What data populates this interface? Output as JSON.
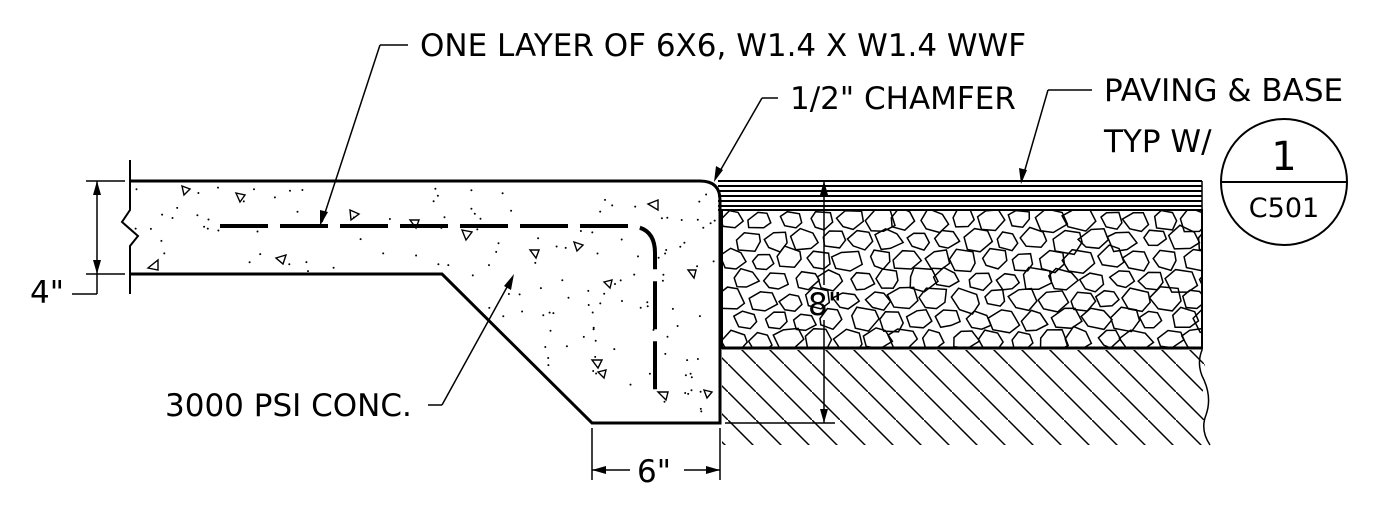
{
  "labels": {
    "wwf": "ONE LAYER OF 6X6, W1.4 X W1.4 WWF",
    "chamfer": "1/2\" CHAMFER",
    "paving_line1": "PAVING & BASE",
    "paving_line2": "TYP W/",
    "concrete": "3000 PSI CONC.",
    "dim_thickness": "4\"",
    "dim_width": "6\"",
    "dim_depth": "8\""
  },
  "detail_callout": {
    "number": "1",
    "sheet": "C501"
  },
  "colors": {
    "line": "#000000",
    "background": "#ffffff"
  }
}
